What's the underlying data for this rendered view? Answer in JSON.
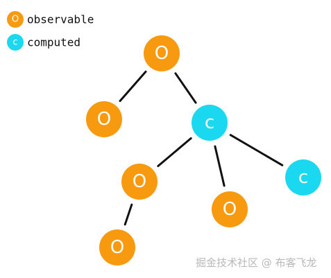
{
  "legend": {
    "items": [
      {
        "key": "observable",
        "symbol": "O",
        "label": "observable",
        "color": "#f79a10"
      },
      {
        "key": "computed",
        "symbol": "c",
        "label": "computed",
        "color": "#1ad8f0"
      }
    ]
  },
  "colors": {
    "observable": "#f79a10",
    "computed": "#1ad8f0",
    "edge": "#111111"
  },
  "nodes": [
    {
      "id": "n1",
      "kind": "observable",
      "label": "O"
    },
    {
      "id": "n2",
      "kind": "observable",
      "label": "O"
    },
    {
      "id": "n3",
      "kind": "computed",
      "label": "c"
    },
    {
      "id": "n4",
      "kind": "observable",
      "label": "O"
    },
    {
      "id": "n5",
      "kind": "observable",
      "label": "O"
    },
    {
      "id": "n6",
      "kind": "computed",
      "label": "c"
    },
    {
      "id": "n7",
      "kind": "observable",
      "label": "O"
    }
  ],
  "edges": [
    {
      "from": "n1",
      "to": "n2"
    },
    {
      "from": "n1",
      "to": "n3"
    },
    {
      "from": "n3",
      "to": "n4"
    },
    {
      "from": "n3",
      "to": "n5"
    },
    {
      "from": "n3",
      "to": "n6"
    },
    {
      "from": "n4",
      "to": "n7"
    }
  ],
  "watermark": "掘金技术社区 @ 布客飞龙"
}
